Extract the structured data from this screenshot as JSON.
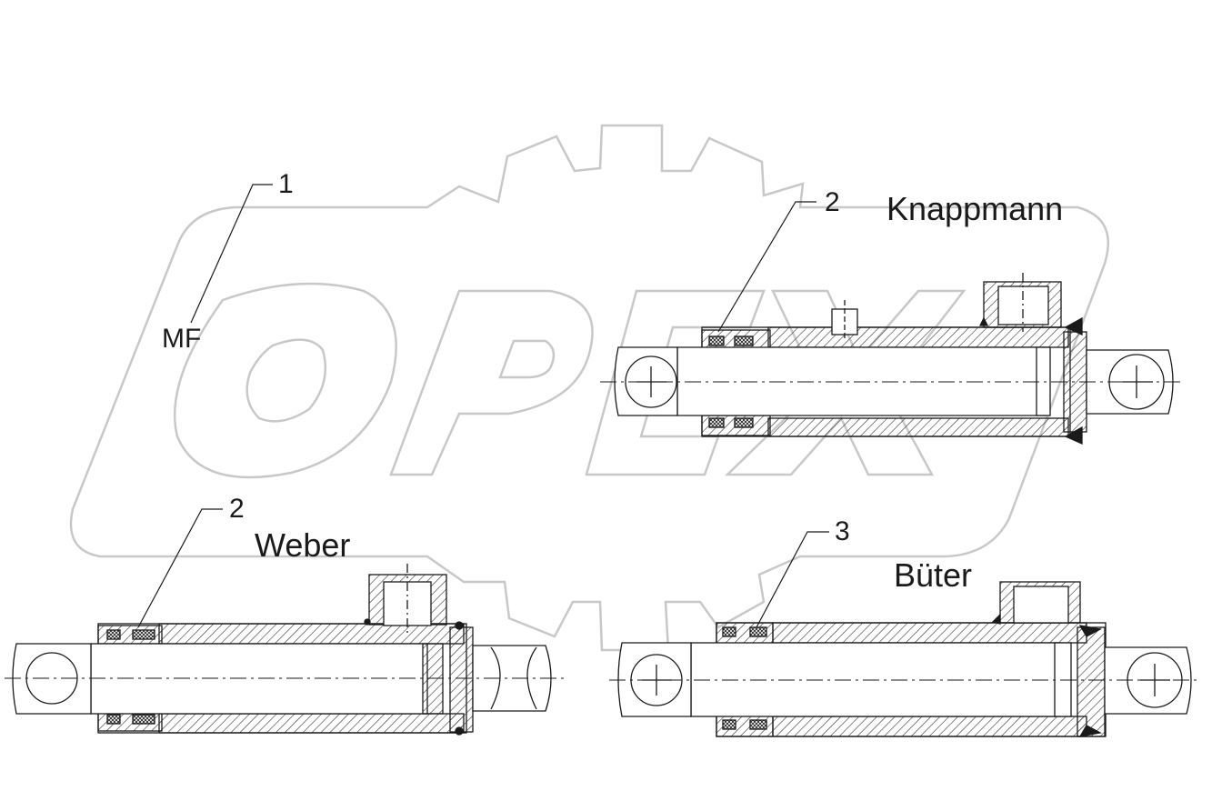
{
  "callouts": {
    "c1": "1",
    "c2_top": "2",
    "c2_bottom": "2",
    "c3": "3",
    "mf": "MF"
  },
  "manufacturers": {
    "knappmann": "Knappmann",
    "weber": "Weber",
    "buter": "Büter"
  },
  "watermark": {
    "text": "OPEX",
    "color": "#c8c8c8"
  },
  "colors": {
    "line": "#1a1a1a",
    "hatch": "#333333",
    "background": "#ffffff"
  }
}
